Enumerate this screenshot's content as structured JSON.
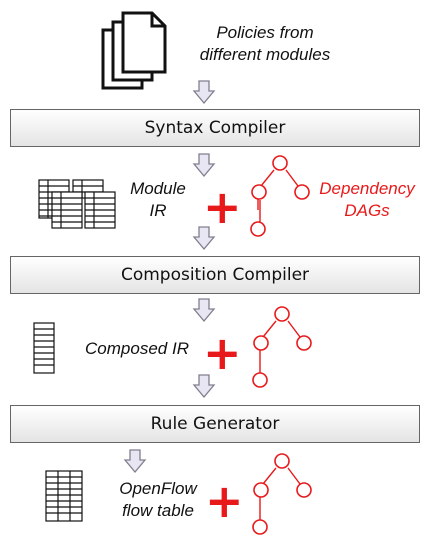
{
  "top_label": {
    "line1": "Policies from",
    "line2": "different modules"
  },
  "stages": [
    {
      "label": "Syntax Compiler"
    },
    {
      "label": "Composition Compiler"
    },
    {
      "label": "Rule Generator"
    }
  ],
  "outputs": {
    "module_ir": {
      "line1": "Module",
      "line2": "IR"
    },
    "dependency_dags": {
      "line1": "Dependency",
      "line2": "DAGs"
    },
    "composed_ir": {
      "label": "Composed IR"
    },
    "openflow": {
      "line1": "OpenFlow",
      "line2": "flow table"
    }
  },
  "plus_symbol": "+",
  "colors": {
    "accent_red": "#e8191a",
    "box_top": "#ffffff",
    "box_bottom": "#e4e4e4",
    "arrow_fill": "#e8e6f2",
    "arrow_stroke": "#7f7f8f"
  },
  "icons": [
    "documents-icon",
    "table-icon",
    "dag-icon",
    "down-arrow-icon",
    "plus-icon"
  ]
}
